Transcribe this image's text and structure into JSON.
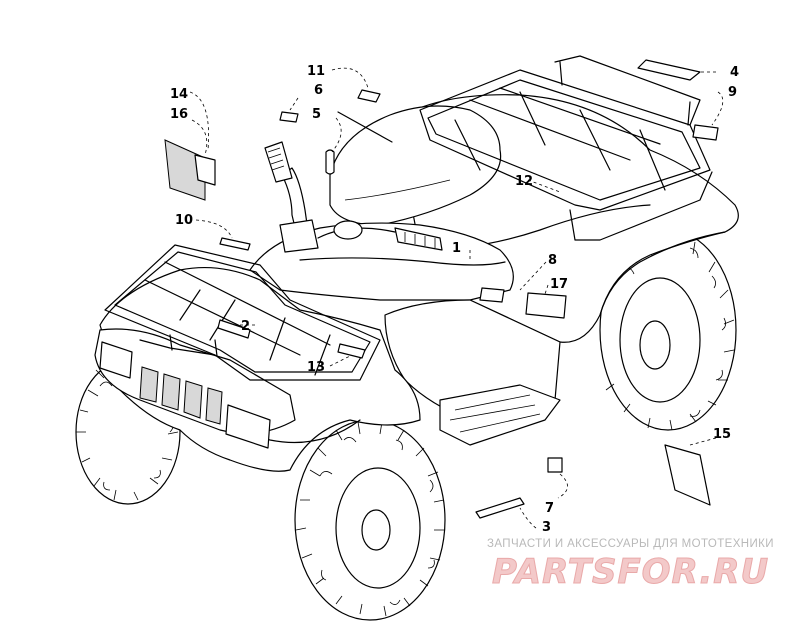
{
  "diagram": {
    "callouts": [
      {
        "id": "c1",
        "label": "1"
      },
      {
        "id": "c2",
        "label": "2"
      },
      {
        "id": "c3",
        "label": "3"
      },
      {
        "id": "c4",
        "label": "4"
      },
      {
        "id": "c5",
        "label": "5"
      },
      {
        "id": "c6",
        "label": "6"
      },
      {
        "id": "c7",
        "label": "7"
      },
      {
        "id": "c8",
        "label": "8"
      },
      {
        "id": "c9",
        "label": "9"
      },
      {
        "id": "c10",
        "label": "10"
      },
      {
        "id": "c11",
        "label": "11"
      },
      {
        "id": "c12",
        "label": "12"
      },
      {
        "id": "c13",
        "label": "13"
      },
      {
        "id": "c14",
        "label": "14"
      },
      {
        "id": "c15",
        "label": "15"
      },
      {
        "id": "c16",
        "label": "16"
      },
      {
        "id": "c17",
        "label": "17"
      }
    ]
  },
  "watermark": {
    "tagline": "ЗАПЧАСТИ И АКСЕССУАРЫ ДЛЯ МОТОТЕХНИКИ",
    "logo_text": "PARTSFOR.RU"
  }
}
